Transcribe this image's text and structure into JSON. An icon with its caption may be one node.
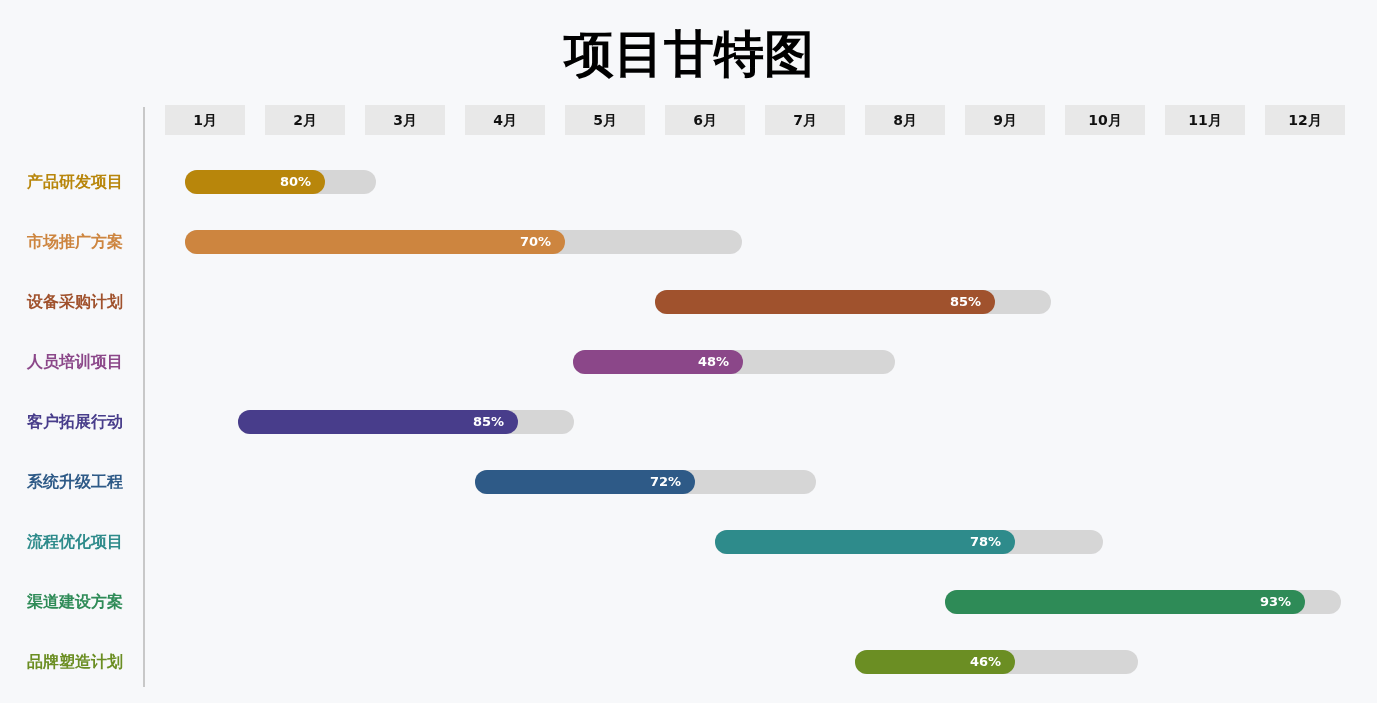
{
  "diagram": {
    "title": "项目甘特图",
    "nodes": [
      {
        "text": [
          "1月"
        ]
      },
      {
        "text": [
          "2月"
        ]
      },
      {
        "text": [
          "3月"
        ]
      },
      {
        "text": [
          "4月"
        ]
      },
      {
        "text": [
          "5月"
        ]
      },
      {
        "text": [
          "6月"
        ]
      },
      {
        "text": [
          "7月"
        ]
      },
      {
        "text": [
          "8月"
        ]
      },
      {
        "text": [
          "9月"
        ]
      },
      {
        "text": [
          "10月"
        ]
      },
      {
        "text": [
          "11月"
        ]
      },
      {
        "text": [
          "12月"
        ]
      },
      {
        "text": [
          "80%"
        ]
      },
      {
        "text": [
          "70%"
        ]
      },
      {
        "text": [
          "85%"
        ]
      },
      {
        "text": [
          "48%"
        ]
      },
      {
        "text": [
          "85%"
        ]
      },
      {
        "text": [
          "72%"
        ]
      },
      {
        "text": [
          "78%"
        ]
      },
      {
        "text": [
          "93%"
        ]
      },
      {
        "text": [
          "46%"
        ]
      }
    ],
    "labels": [
      "产品研发项目",
      "市场推广方案",
      "设备采购计划",
      "人员培训项目",
      "客户拓展行动",
      "系统升级工程",
      "流程优化项目",
      "渠道建设方案",
      "品牌塑造计划"
    ]
  }
}
